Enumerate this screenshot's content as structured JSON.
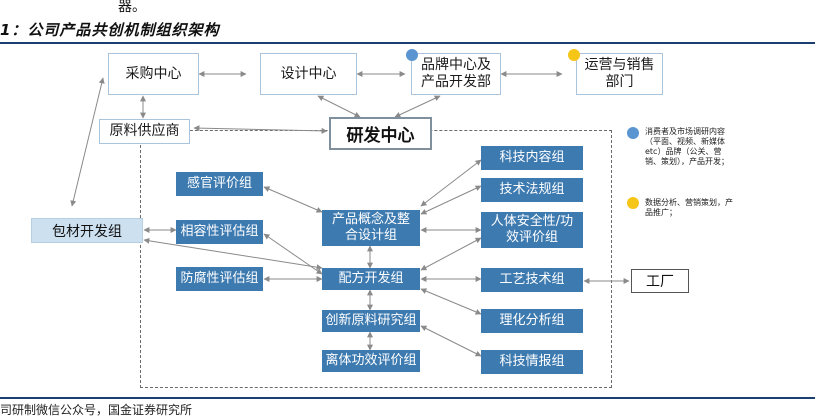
{
  "top_fragment": "器。",
  "figure_title": "1：公司产品共创机制组织架构",
  "source_text": "司研制微信公众号，国金证券研究所",
  "nodes": {
    "purchase": "采购中心",
    "design": "设计中心",
    "brand": "品牌中心及产品开发部",
    "sales": "运营与销售部门",
    "supplier": "原料供应商",
    "rd": "研发中心",
    "packaging": "包材开发组",
    "sensory": "感官评价组",
    "compat": "相容性评估组",
    "antisep": "防腐性评估组",
    "concept": "产品概念及整合设计组",
    "formula": "配方开发组",
    "innovation": "创新原料研究组",
    "exvivo": "离体功效评价组",
    "tech_content": "科技内容组",
    "regulation": "技术法规组",
    "safety": "人体安全性/功效评价组",
    "process": "工艺技术组",
    "physchem": "理化分析组",
    "intel": "科技情报组",
    "factory": "工厂"
  },
  "legend": [
    {
      "color": "#5b95d1",
      "icon": "blue-dot-icon",
      "text": "消费者及市场调研内容（平面、视频、新媒体 etc）品牌（公关、营销、策划），产品开发；"
    },
    {
      "color": "#f5c518",
      "icon": "yellow-dot-icon",
      "text": "数据分析、营销策划，产品推广；"
    }
  ],
  "colors": {
    "accent_blue": "#3d7ab0",
    "rule_blue": "#1b3f73",
    "box_border": "#a9c4dc",
    "package_fill": "#cde0f0"
  }
}
